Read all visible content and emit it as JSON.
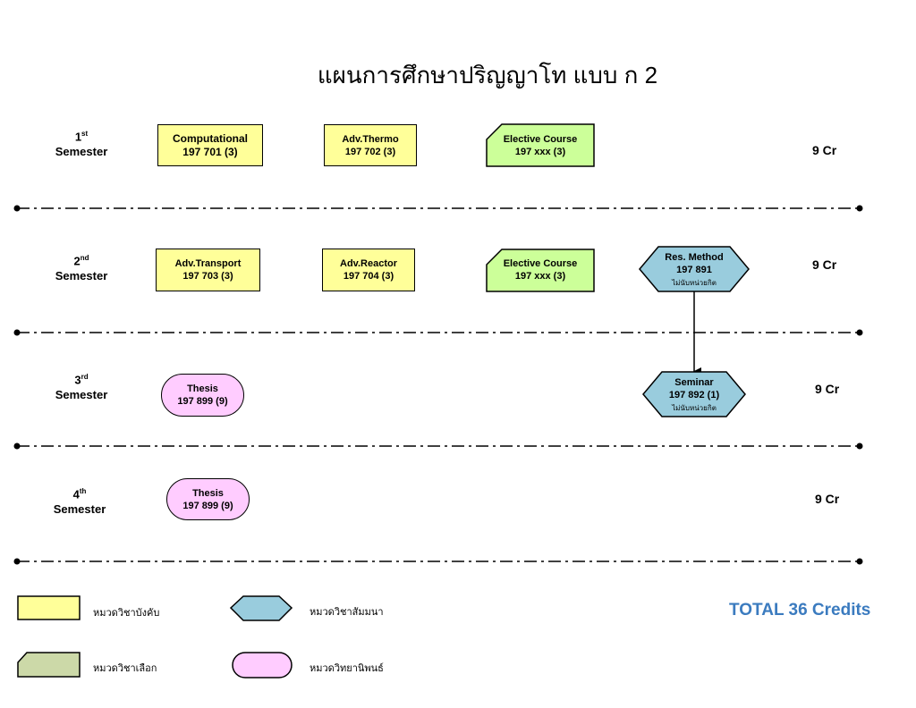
{
  "title": "แผนการศึกษาปริญญาโท แบบ ก 2",
  "semesters": [
    {
      "num": "1",
      "sup": "st",
      "label": "Semester",
      "credits": "9 Cr"
    },
    {
      "num": "2",
      "sup": "nd",
      "label": "Semester",
      "credits": "9 Cr"
    },
    {
      "num": "3",
      "sup": "rd",
      "label": "Semester",
      "credits": "9 Cr"
    },
    {
      "num": "4",
      "sup": "th",
      "label": "Semester",
      "credits": "9 Cr"
    }
  ],
  "courses": {
    "computational": {
      "name": "Computational",
      "code": "197 701 (3)"
    },
    "adv_thermo": {
      "name": "Adv.Thermo",
      "code": "197 702 (3)"
    },
    "elective1": {
      "name": "Elective Course",
      "code": "197 xxx (3)"
    },
    "adv_transport": {
      "name": "Adv.Transport",
      "code": "197 703 (3)"
    },
    "adv_reactor": {
      "name": "Adv.Reactor",
      "code": "197 704 (3)"
    },
    "elective2": {
      "name": "Elective Course",
      "code": "197 xxx (3)"
    },
    "res_method": {
      "name": "Res. Method",
      "code": "197 891",
      "note": "ไม่นับหน่วยกิต"
    },
    "seminar": {
      "name": "Seminar",
      "code": "197 892 (1)",
      "note": "ไม่นับหน่วยกิต"
    },
    "thesis3": {
      "name": "Thesis",
      "code": "197 899 (9)"
    },
    "thesis4": {
      "name": "Thesis",
      "code": "197 899 (9)"
    }
  },
  "legend": {
    "required": "หมวดวิชาบังคับ",
    "elective": "หมวดวิชาเลือก",
    "seminar": "หมวดวิชาสัมมนา",
    "thesis": "หมวดวิทยานิพนธ์"
  },
  "total": "TOTAL 36 Credits",
  "colors": {
    "required": "#ffff99",
    "elective": "#ccff99",
    "seminar": "#99ccdd",
    "thesis": "#ffccff",
    "legend_elective": "#ccd9a8",
    "total": "#3b7bbf"
  }
}
